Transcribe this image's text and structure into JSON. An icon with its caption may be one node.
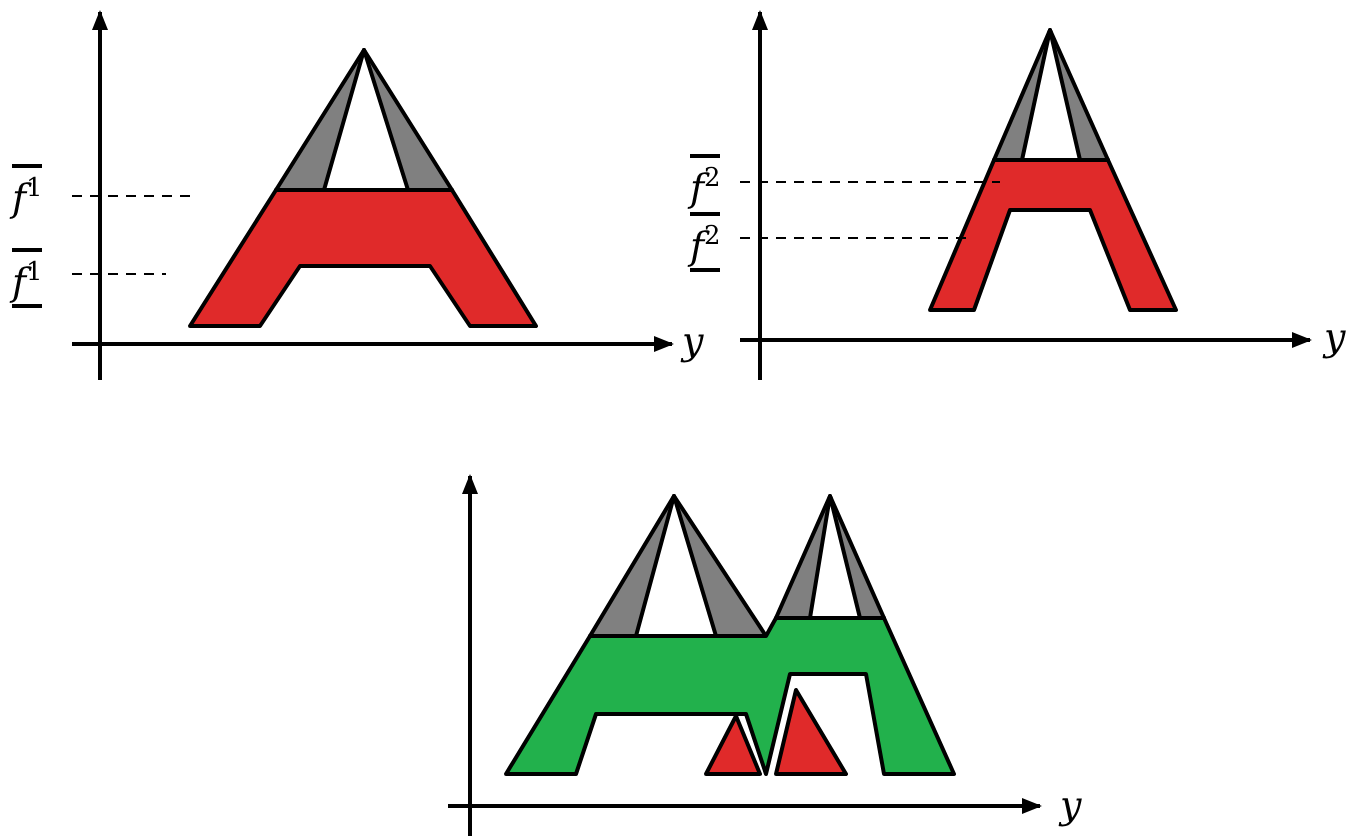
{
  "diagram": {
    "labels": [
      "f$^{1}$",
      "f$^{1}$",
      "y",
      "f$^{2}$",
      "f$^{2}$",
      "y",
      "y"
    ]
  }
}
